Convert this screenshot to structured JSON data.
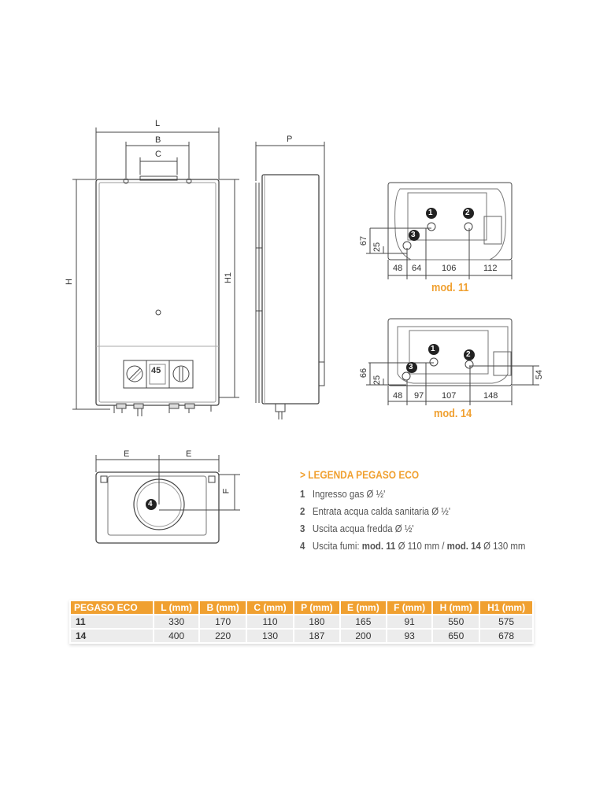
{
  "front_view": {
    "labels": {
      "L": "L",
      "B": "B",
      "C": "C",
      "H": "H",
      "H1": "H1"
    },
    "display_value": "45"
  },
  "side_view": {
    "labels": {
      "P": "P"
    }
  },
  "mod11": {
    "title": "mod. 11",
    "markers": [
      "1",
      "2",
      "3"
    ],
    "horizontal_dims": [
      "48",
      "64",
      "106",
      "112"
    ],
    "vertical_dims": [
      "67",
      "25"
    ]
  },
  "mod14": {
    "title": "mod. 14",
    "markers": [
      "1",
      "2",
      "3"
    ],
    "horizontal_dims": [
      "48",
      "97",
      "107",
      "148"
    ],
    "vertical_dims": [
      "66",
      "25"
    ],
    "right_dim": "54"
  },
  "bottom_view": {
    "labels": {
      "E_left": "E",
      "E_right": "E",
      "F": "F"
    },
    "marker": "4"
  },
  "legend": {
    "title": "> LEGENDA PEGASO ECO",
    "items": [
      {
        "num": "1",
        "text": "Ingresso gas Ø ½'"
      },
      {
        "num": "2",
        "text": "Entrata acqua calda sanitaria Ø ½'"
      },
      {
        "num": "3",
        "text": "Uscita acqua fredda Ø ½'"
      },
      {
        "num": "4",
        "prefix": "Uscita fumi: ",
        "m11": "mod. 11",
        "v11": " Ø 110 mm / ",
        "m14": "mod. 14",
        "v14": " Ø 130 mm"
      }
    ]
  },
  "table": {
    "headers": [
      "PEGASO ECO",
      "L (mm)",
      "B (mm)",
      "C (mm)",
      "P (mm)",
      "E (mm)",
      "F (mm)",
      "H (mm)",
      "H1 (mm)"
    ],
    "rows": [
      [
        "11",
        "330",
        "170",
        "110",
        "180",
        "165",
        "91",
        "550",
        "575"
      ],
      [
        "14",
        "400",
        "220",
        "130",
        "187",
        "200",
        "93",
        "650",
        "678"
      ]
    ]
  },
  "colors": {
    "accent": "#f0a030",
    "line": "#444444"
  }
}
